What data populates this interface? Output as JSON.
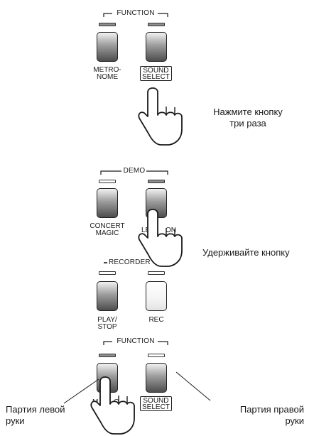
{
  "step1": {
    "group_label": "FUNCTION",
    "buttons": [
      {
        "label": "METRO-\nNOME",
        "led": "on",
        "style": "dark"
      },
      {
        "label": "SOUND\nSELECT",
        "led": "on",
        "style": "dark",
        "boxed": true
      }
    ],
    "caption": "Нажмите кнопку\nтри раза"
  },
  "step2": {
    "group_label": "DEMO",
    "buttons": [
      {
        "label": "CONCERT\nMAGIC",
        "led": "off",
        "style": "dark"
      },
      {
        "label": "LESSON",
        "visible_fragments": [
          "LE",
          "ON"
        ],
        "led": "on",
        "style": "dark"
      }
    ],
    "caption": "Удерживайте кнопку"
  },
  "step3": {
    "group_label": "RECORDER",
    "buttons": [
      {
        "label": "PLAY/\nSTOP",
        "led": "off",
        "style": "dark"
      },
      {
        "label": "REC",
        "led": "off",
        "style": "light"
      }
    ]
  },
  "step4": {
    "group_label": "FUNCTION",
    "buttons": [
      {
        "label": "METRO-\nNOME",
        "visible_fragments": [
          "M",
          "O-"
        ],
        "led": "on",
        "style": "dark"
      },
      {
        "label": "SOUND\nSELECT",
        "led": "off",
        "style": "dark",
        "boxed": true
      }
    ],
    "left_caption": "Партия левой\nруки",
    "right_caption": "Партия правой\nруки"
  },
  "icons": [
    "pointing-hand-icon"
  ],
  "colors": {
    "ink": "#1a1a1a",
    "led_on": "#8f8f8f",
    "led_off": "#ffffff"
  }
}
